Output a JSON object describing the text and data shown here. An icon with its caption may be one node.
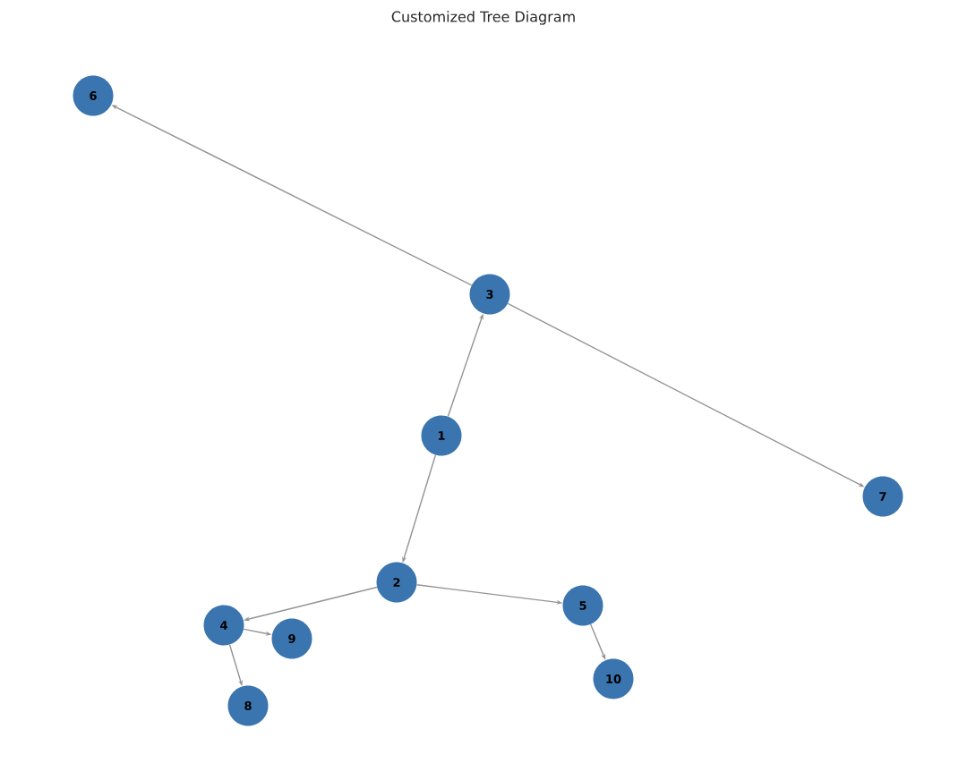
{
  "diagram": {
    "title": "Customized Tree Diagram",
    "nodes": [
      {
        "text": [
          "6"
        ]
      },
      {
        "text": [
          "3"
        ]
      },
      {
        "text": [
          "1"
        ]
      },
      {
        "text": [
          "7"
        ]
      },
      {
        "text": [
          "2"
        ]
      },
      {
        "text": [
          "5"
        ]
      },
      {
        "text": [
          "4"
        ]
      },
      {
        "text": [
          "9"
        ]
      },
      {
        "text": [
          "10"
        ]
      },
      {
        "text": [
          "8"
        ]
      }
    ],
    "edges": [
      {
        "from": 2,
        "to": 1,
        "arrow": "to"
      },
      {
        "from": 1,
        "to": 0,
        "arrow": "to"
      },
      {
        "from": 1,
        "to": 3,
        "arrow": "to"
      },
      {
        "from": 2,
        "to": 4,
        "arrow": "to"
      },
      {
        "from": 4,
        "to": 6,
        "arrow": "to"
      },
      {
        "from": 4,
        "to": 5,
        "arrow": "to"
      },
      {
        "from": 6,
        "to": 7,
        "arrow": "to"
      },
      {
        "from": 6,
        "to": 9,
        "arrow": "to"
      },
      {
        "from": 5,
        "to": 8,
        "arrow": "to"
      }
    ]
  }
}
